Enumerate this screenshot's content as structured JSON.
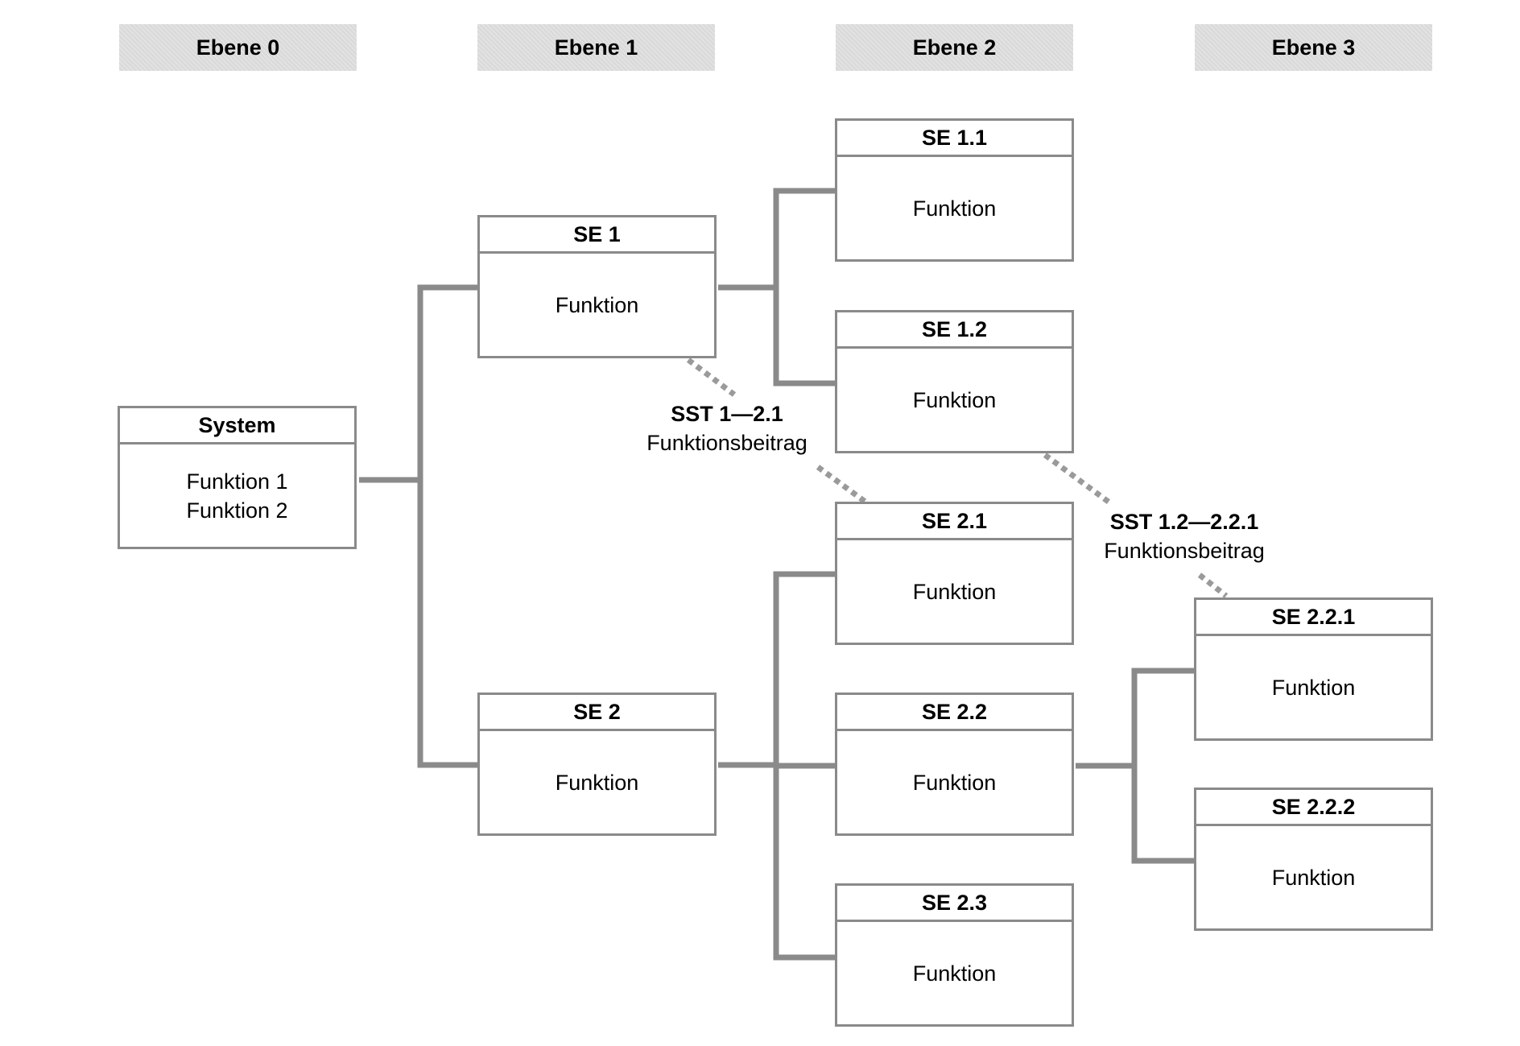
{
  "levels": [
    "Ebene 0",
    "Ebene 1",
    "Ebene 2",
    "Ebene 3"
  ],
  "nodes": {
    "system": {
      "title": "System",
      "functions": [
        "Funktion 1",
        "Funktion 2"
      ]
    },
    "se1": {
      "title": "SE 1",
      "functions": [
        "Funktion"
      ]
    },
    "se2": {
      "title": "SE 2",
      "functions": [
        "Funktion"
      ]
    },
    "se11": {
      "title": "SE 1.1",
      "functions": [
        "Funktion"
      ]
    },
    "se12": {
      "title": "SE 1.2",
      "functions": [
        "Funktion"
      ]
    },
    "se21": {
      "title": "SE 2.1",
      "functions": [
        "Funktion"
      ]
    },
    "se22": {
      "title": "SE 2.2",
      "functions": [
        "Funktion"
      ]
    },
    "se23": {
      "title": "SE 2.3",
      "functions": [
        "Funktion"
      ]
    },
    "se221": {
      "title": "SE 2.2.1",
      "functions": [
        "Funktion"
      ]
    },
    "se222": {
      "title": "SE 2.2.2",
      "functions": [
        "Funktion"
      ]
    }
  },
  "interfaces": [
    {
      "name": "SST 1—2.1",
      "description": "Funktionsbeitrag"
    },
    {
      "name": "SST 1.2—2.2.1",
      "description": "Funktionsbeitrag"
    }
  ],
  "colors": {
    "line": "#8a8a8a",
    "interface_line": "#9a9a9a",
    "header_bg": "#dedede"
  }
}
